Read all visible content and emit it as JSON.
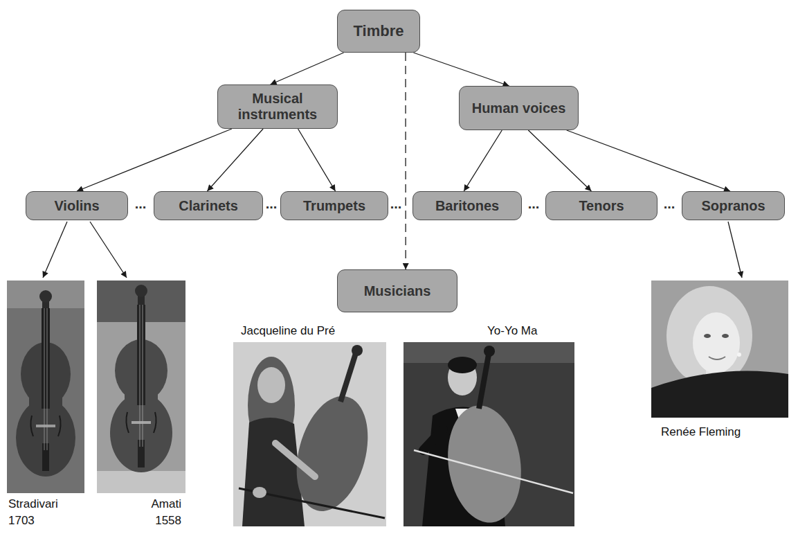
{
  "diagram": {
    "nodes": [
      {
        "text": [
          "Timbre"
        ]
      },
      {
        "text": [
          "Musical instruments"
        ]
      },
      {
        "text": [
          "Human voices"
        ]
      },
      {
        "text": [
          "Violins"
        ]
      },
      {
        "text": [
          "Clarinets"
        ]
      },
      {
        "text": [
          "Trumpets"
        ]
      },
      {
        "text": [
          "Baritones"
        ]
      },
      {
        "text": [
          "Tenors"
        ]
      },
      {
        "text": [
          "Sopranos"
        ]
      },
      {
        "text": [
          "Musicians"
        ]
      }
    ],
    "edges": [
      {
        "from": 0,
        "to": 1,
        "arrow": "to"
      },
      {
        "from": 0,
        "to": 2,
        "arrow": "to"
      },
      {
        "from": 0,
        "to": 9,
        "arrow": "to"
      },
      {
        "from": 1,
        "to": 3,
        "arrow": "to"
      },
      {
        "from": 1,
        "to": 4,
        "arrow": "to"
      },
      {
        "from": 1,
        "to": 5,
        "arrow": "to"
      },
      {
        "from": 2,
        "to": 6,
        "arrow": "to"
      },
      {
        "from": 2,
        "to": 7,
        "arrow": "to"
      },
      {
        "from": 2,
        "to": 8,
        "arrow": "to"
      }
    ],
    "labels": [
      "...",
      "...",
      "...",
      "...",
      "...",
      "Stradivari 1703",
      "Amati 1558",
      "Jacqueline du Pré",
      "Yo-Yo Ma",
      "Renée Fleming"
    ]
  }
}
